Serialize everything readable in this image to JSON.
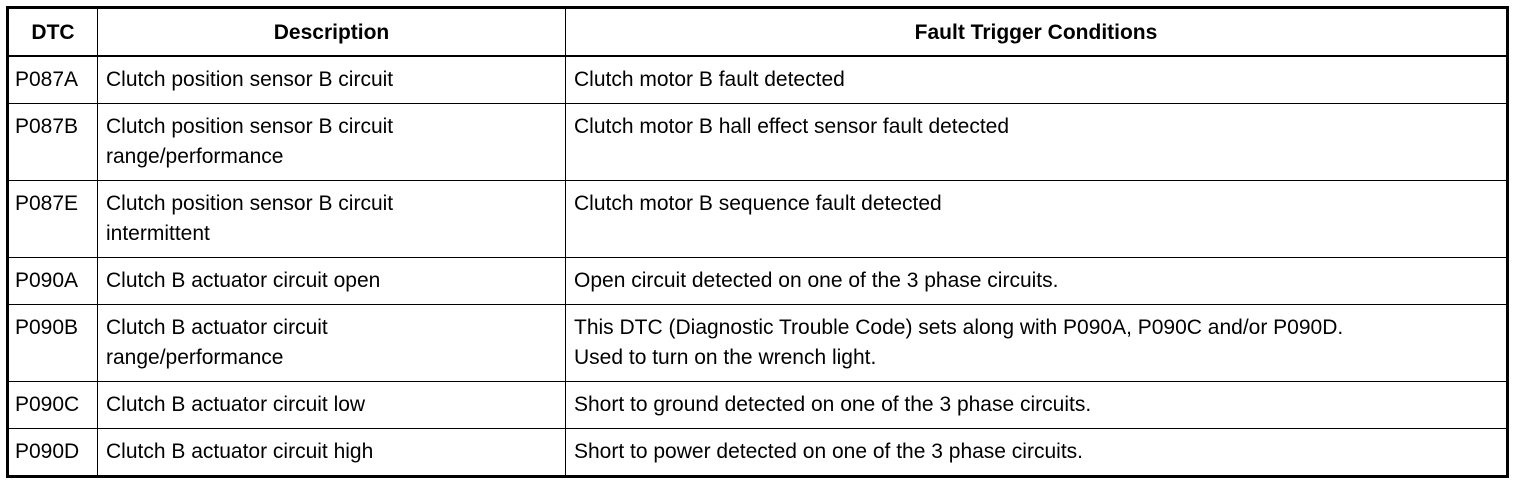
{
  "table": {
    "headers": [
      "DTC",
      "Description",
      "Fault Trigger Conditions"
    ],
    "rows": [
      {
        "dtc": "P087A",
        "description": [
          "Clutch position sensor B circuit"
        ],
        "conditions": [
          "Clutch motor B fault detected"
        ]
      },
      {
        "dtc": "P087B",
        "description": [
          "Clutch position sensor B circuit",
          "range/performance"
        ],
        "conditions": [
          "Clutch motor B hall effect sensor fault detected"
        ]
      },
      {
        "dtc": "P087E",
        "description": [
          "Clutch position sensor B circuit",
          "intermittent"
        ],
        "conditions": [
          "Clutch motor B sequence fault detected"
        ]
      },
      {
        "dtc": "P090A",
        "description": [
          "Clutch B actuator circuit open"
        ],
        "conditions": [
          "Open circuit detected on one of the 3 phase circuits."
        ]
      },
      {
        "dtc": "P090B",
        "description": [
          "Clutch B actuator circuit",
          "range/performance"
        ],
        "conditions": [
          "This DTC (Diagnostic Trouble Code) sets along with P090A, P090C and/or P090D.",
          "Used to turn on the wrench light."
        ]
      },
      {
        "dtc": "P090C",
        "description": [
          "Clutch B actuator circuit low"
        ],
        "conditions": [
          "Short to ground detected on one of the 3 phase circuits."
        ]
      },
      {
        "dtc": "P090D",
        "description": [
          "Clutch B actuator circuit high"
        ],
        "conditions": [
          "Short to power detected on one of the 3 phase circuits."
        ]
      }
    ]
  }
}
